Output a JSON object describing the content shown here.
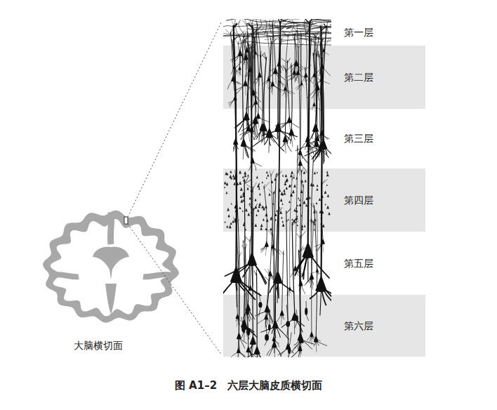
{
  "diagram": {
    "caption": "图 A1–2　六层大脑皮质横切面",
    "nodes": [
      {
        "text": [
          "第一层"
        ]
      },
      {
        "text": [
          "第二层"
        ]
      },
      {
        "text": [
          "第三层"
        ]
      },
      {
        "text": [
          "第四层"
        ]
      },
      {
        "text": [
          "第五层"
        ]
      },
      {
        "text": [
          "第六层"
        ]
      }
    ],
    "labels": [
      "大脑横切面"
    ]
  }
}
